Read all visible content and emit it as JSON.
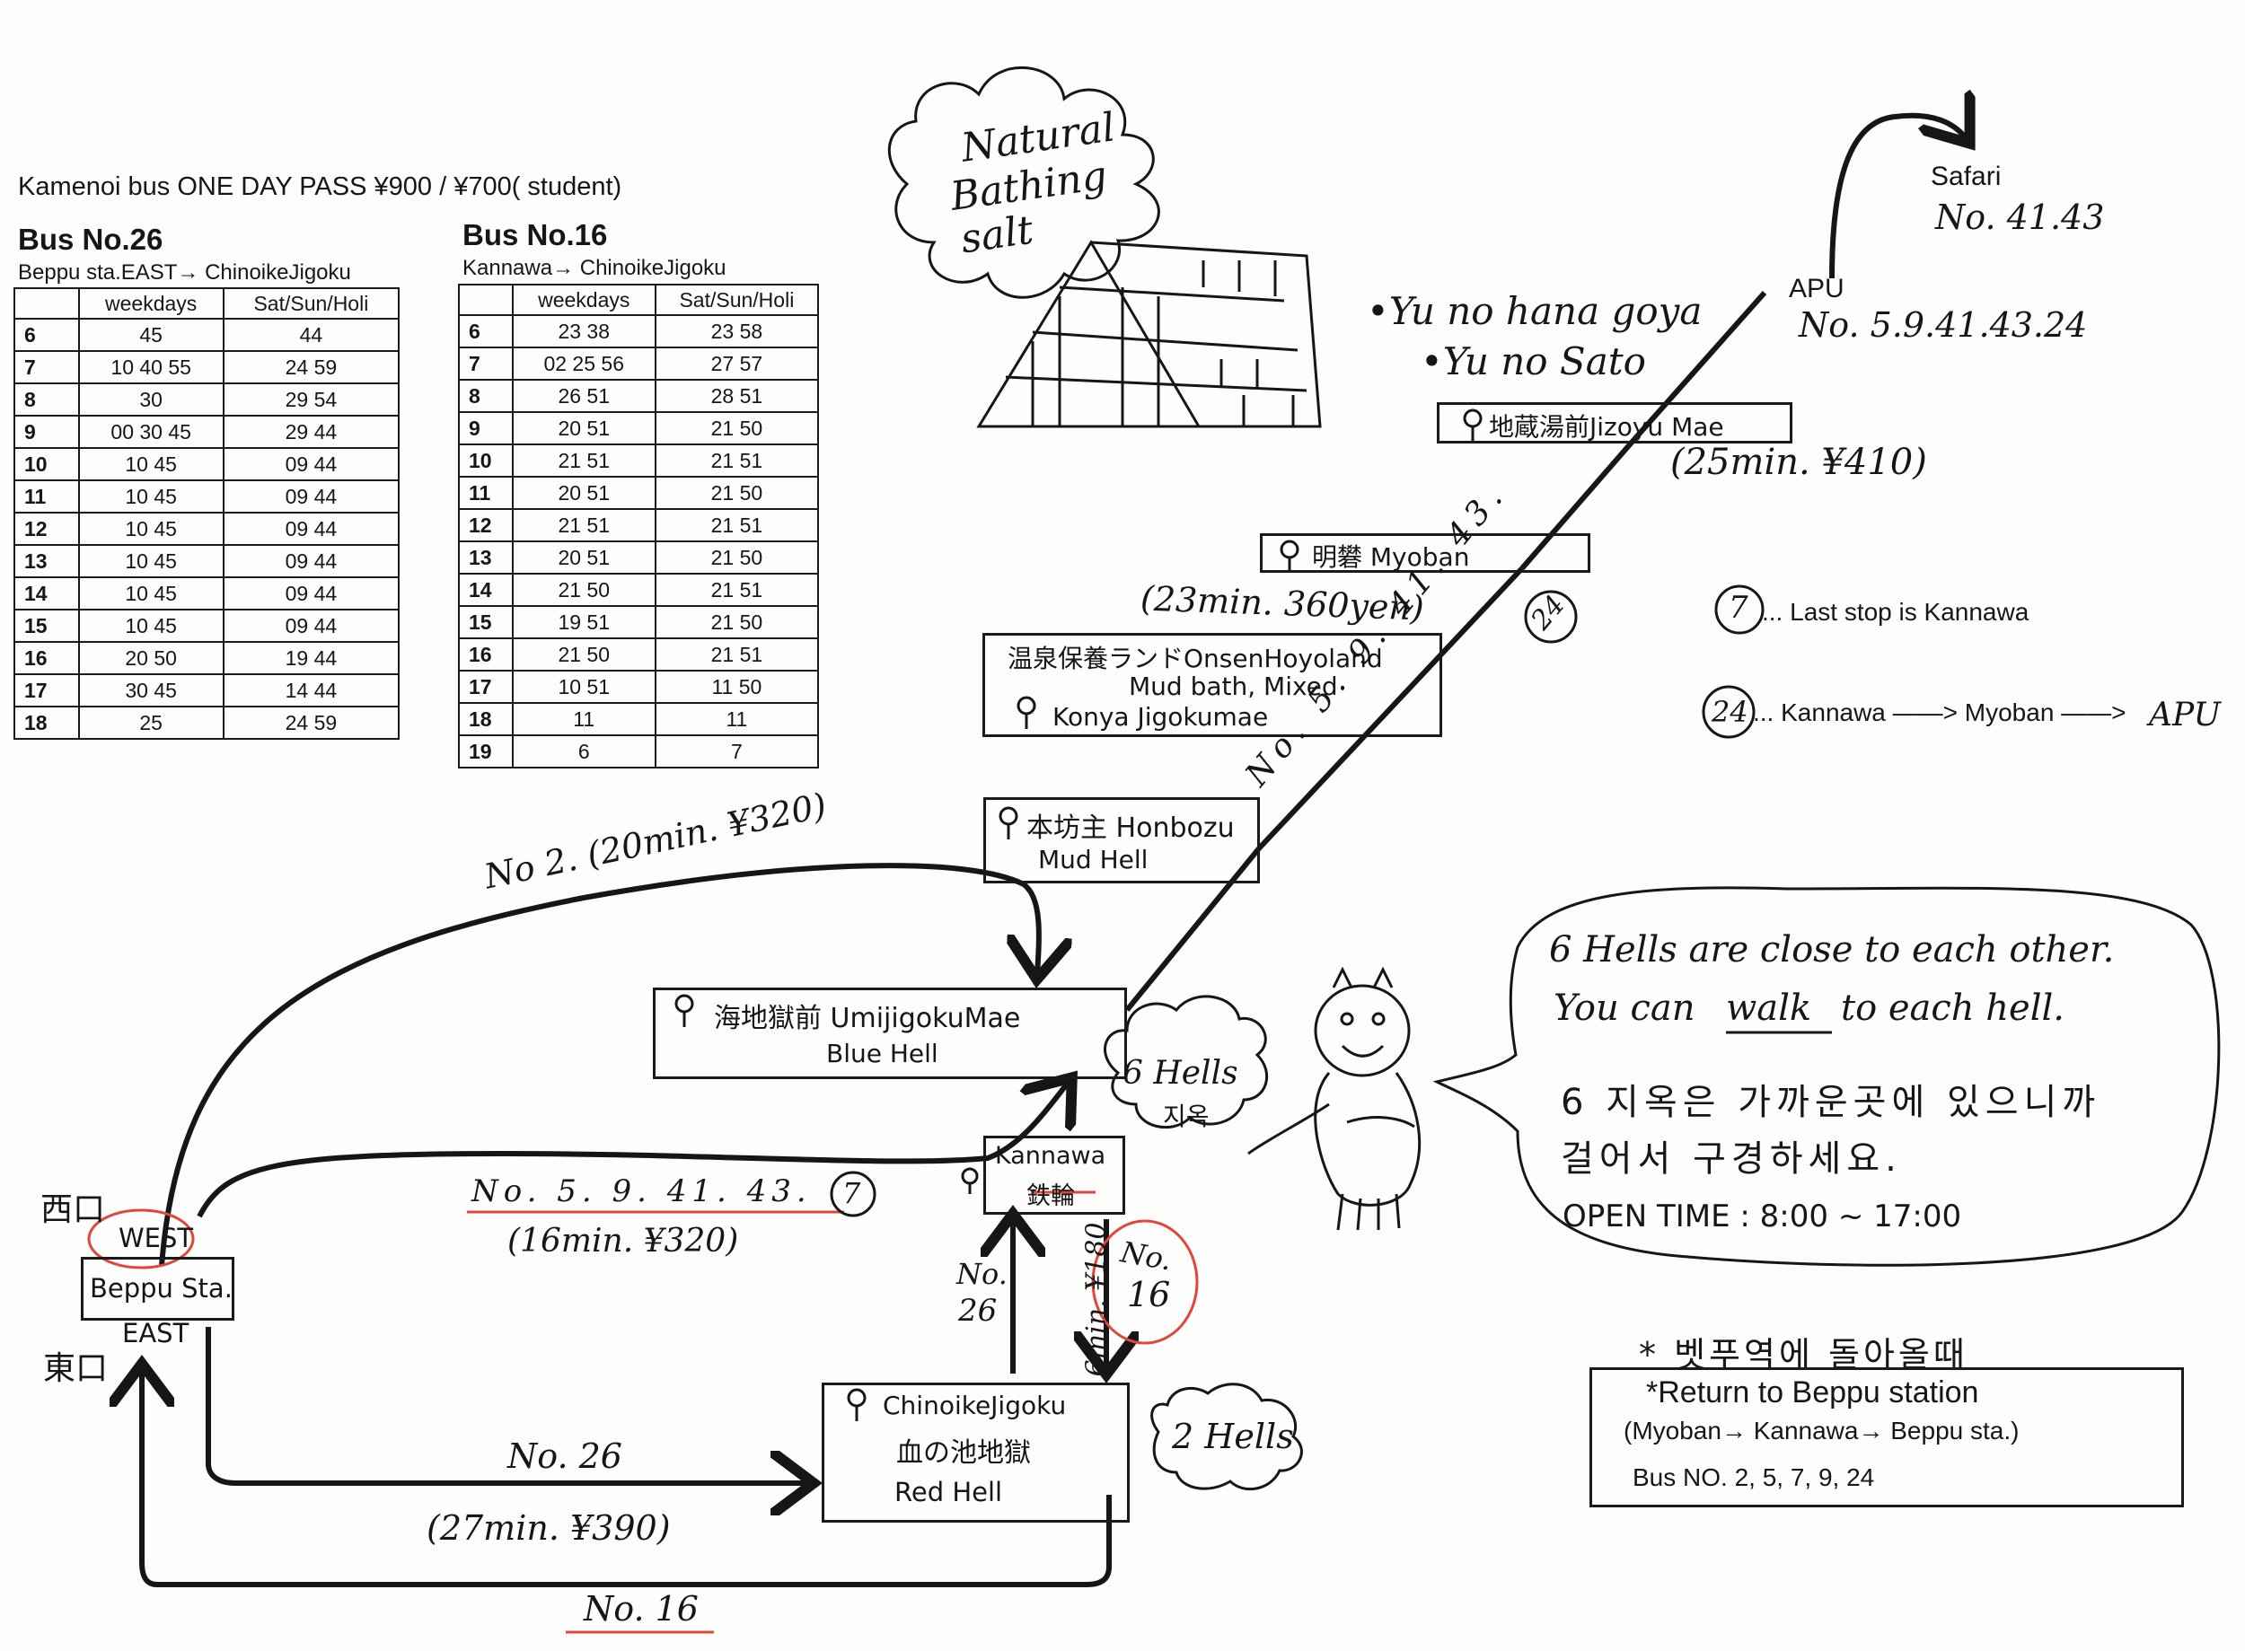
{
  "pass_title": "Kamenoi bus ONE DAY PASS ¥900 / ¥700( student)",
  "bus26": {
    "title": "Bus No.26",
    "subtitle": "Beppu sta.EAST→ ChinoikeJigoku",
    "headers": [
      "",
      "weekdays",
      "Sat/Sun/Holi"
    ],
    "rows": [
      [
        "6",
        "45",
        "44"
      ],
      [
        "7",
        "10 40 55",
        "24 59"
      ],
      [
        "8",
        "30",
        "29 54"
      ],
      [
        "9",
        "00 30 45",
        "29 44"
      ],
      [
        "10",
        "10 45",
        "09 44"
      ],
      [
        "11",
        "10 45",
        "09 44"
      ],
      [
        "12",
        "10 45",
        "09 44"
      ],
      [
        "13",
        "10 45",
        "09 44"
      ],
      [
        "14",
        "10 45",
        "09 44"
      ],
      [
        "15",
        "10 45",
        "09 44"
      ],
      [
        "16",
        "20 50",
        "19 44"
      ],
      [
        "17",
        "30 45",
        "14 44"
      ],
      [
        "18",
        "25",
        "24 59"
      ]
    ]
  },
  "bus16": {
    "title": "Bus No.16",
    "subtitle": "Kannawa→ ChinoikeJigoku",
    "headers": [
      "",
      "weekdays",
      "Sat/Sun/Holi"
    ],
    "rows": [
      [
        "6",
        "23 38",
        "23 58"
      ],
      [
        "7",
        "02 25 56",
        "27 57"
      ],
      [
        "8",
        "26 51",
        "28 51"
      ],
      [
        "9",
        "20 51",
        "21 50"
      ],
      [
        "10",
        "21 51",
        "21 51"
      ],
      [
        "11",
        "20 51",
        "21 50"
      ],
      [
        "12",
        "21 51",
        "21 51"
      ],
      [
        "13",
        "20 51",
        "21 50"
      ],
      [
        "14",
        "21 50",
        "21 51"
      ],
      [
        "15",
        "19 51",
        "21 50"
      ],
      [
        "16",
        "21 50",
        "21 51"
      ],
      [
        "17",
        "10 51",
        "11 50"
      ],
      [
        "18",
        "11",
        "11"
      ],
      [
        "19",
        "6",
        "7"
      ]
    ]
  },
  "cloud_text": [
    "Natural",
    "Bathing",
    "salt"
  ],
  "yunohana": [
    "•Yu no hana goya",
    "•Yu no Sato"
  ],
  "stops": {
    "jizoyu": "地蔵湯前Jizoyu Mae",
    "myoban": "明礬  Myoban",
    "onsen_line1": "温泉保養ランドOnsenHoyoland",
    "onsen_line2": "Mud bath, Mixed",
    "onsen_line3": "Konya Jigokumae",
    "honbozu_line1": "本坊主 Honbozu",
    "honbozu_line2": "Mud Hell",
    "umijigoku_line1": "海地獄前  UmijigokuMae",
    "umijigoku_line2": "Blue Hell",
    "kannawa_line1": "Kannawa",
    "kannawa_line2": "鉄輪",
    "chinoike_line1": "ChinoikeJigoku",
    "chinoike_line2": "血の池地獄",
    "chinoike_line3": "Red Hell"
  },
  "beppu": {
    "west_jp": "西口",
    "west": "WEST",
    "station": "Beppu Sta.",
    "east": "EAST",
    "east_jp": "東口"
  },
  "apu": {
    "label": "APU",
    "routes": "No. 5.9.41.43.24"
  },
  "safari": {
    "label": "Safari",
    "routes": "No. 41.43"
  },
  "route_labels": {
    "apu_time": "(25min. ¥410)",
    "myoban_time": "(23min. 360yen)",
    "diag_routes": "No. 5. 9. 41. 43.",
    "diag_circle": "24",
    "no2": "No 2. (20min. ¥320)",
    "west_routes": "No. 5. 9. 41. 43.",
    "west_circle": "7",
    "west_time": "(16min. ¥320)",
    "no26_left": "No.",
    "no26_left2": "26",
    "vertical_time": "6min. ¥180",
    "no16_right": "No.",
    "no16_right2": "16",
    "no26_bottom": "No. 26",
    "no26_time": "(27min. ¥390)",
    "no16_bottom": "No. 16"
  },
  "legend": {
    "seven_circle": "7",
    "seven_text": "... Last stop is Kannawa",
    "tf_circle": "24",
    "tf_text": "... Kannawa ——> Myoban ——>",
    "tf_apu": "APU"
  },
  "bubbles": {
    "six_hells": "6 Hells",
    "six_hells_kr": "지옥",
    "two_hells": "2 Hells"
  },
  "speech": {
    "line1": "6 Hells are close to each other.",
    "line2a": "You can",
    "line2b": "walk",
    "line2c": "to each hell.",
    "line3": "6 지옥은 가까운곳에 있으니까",
    "line4": "걸어서 구경하세요.",
    "line5": "OPEN TIME :  8:00 ~ 17:00"
  },
  "return": {
    "korean": "* 벳푸역에 돌아올때",
    "title": "*Return to Beppu station",
    "route": "(Myoban→ Kannawa→ Beppu sta.)",
    "buses": "Bus NO. 2, 5, 7, 9, 24"
  },
  "colors": {
    "ink": "#161616",
    "red": "#e0473a"
  }
}
